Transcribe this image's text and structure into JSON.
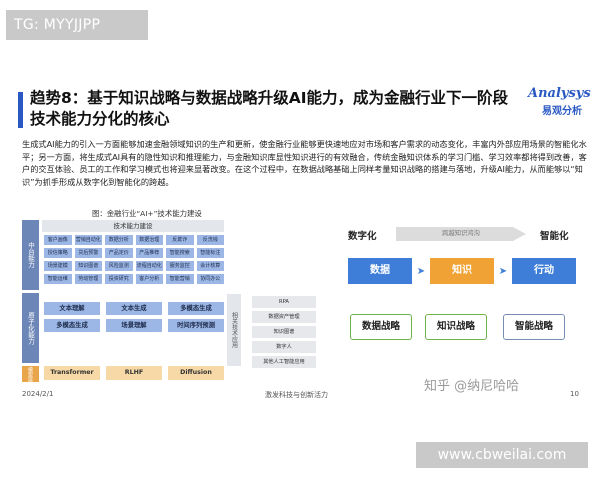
{
  "overlay_tag": "TG: MYYJJPP",
  "slide": {
    "title": "趋势8：基于知识战略与数据战略升级AI能力，成为金融行业下一阶段技术能力分化的核心",
    "logo": {
      "main": "Analysys",
      "sub": "易观分析"
    },
    "body": "生成式AI能力的引入一方面能够加速金融领域知识的生产和更新，使金融行业能够更快速地应对市场和客户需求的动态变化，丰富内外部应用场景的智能化水平；另一方面，将生成式AI具有的隐性知识和推理能力，与金融知识库显性知识进行的有效融合，传统金融知识体系的学习门槛、学习效率都将得到改善，客户的交互体验、员工的工作和学习模式也将迎来显著改变。在这个过程中，在数据战略基础上同样考量知识战略的搭建与落地，升级AI能力，从而能够以“知识”为抓手形成从数字化到智能化的跨越。",
    "figure_title": "图：金融行业“AI+”技术能力建设",
    "architecture": {
      "side_labels": [
        "中台能力",
        "原子化能力",
        "模型层"
      ],
      "tech_header": "技术能力建设",
      "middle_grid": [
        "客户画像",
        "营销自动化",
        "数据分析",
        "数据治理",
        "反欺诈",
        "反洗钱",
        "授信策略",
        "贷后预警",
        "产品定价",
        "产品推荐",
        "智能搜索",
        "智能标注",
        "场景建模",
        "知识图谱",
        "风险监测",
        "流程自动化",
        "服务监控",
        "会计核算",
        "智能运维",
        "劳动管理",
        "投资研究",
        "客户分析",
        "智能营销",
        "协同办公"
      ],
      "atomic_grid": [
        "文本理解",
        "文本生成",
        "多模态生成",
        "多模态生成",
        "场景理解",
        "时间序列预测"
      ],
      "model_grid": [
        "Transformer",
        "RLHF",
        "Diffusion"
      ],
      "related_label": "相关技术应用",
      "right_stack": [
        "RPA",
        "数据资产管理",
        "知识图谱",
        "数字人",
        "其他人工智能应用"
      ]
    },
    "diagram": {
      "top_left": "数字化",
      "top_right": "智能化",
      "arrow_text": "跨越知识鸿沟",
      "flow": [
        "数据",
        "知识",
        "行动"
      ],
      "outputs": [
        "数据战略",
        "知识战略",
        "智能战略"
      ]
    },
    "footer": {
      "date": "2024/2/1",
      "center": "激发科技与创新活力",
      "page": "10"
    }
  },
  "watermarks": {
    "zhihu": "知乎 @纳尼哈哈",
    "url": "www.cbweilai.com"
  },
  "colors": {
    "accent_blue": "#3f7ed8",
    "accent_orange": "#f0a234",
    "title_bar": "#2b59c3",
    "strategy_green": "#6db24a"
  }
}
